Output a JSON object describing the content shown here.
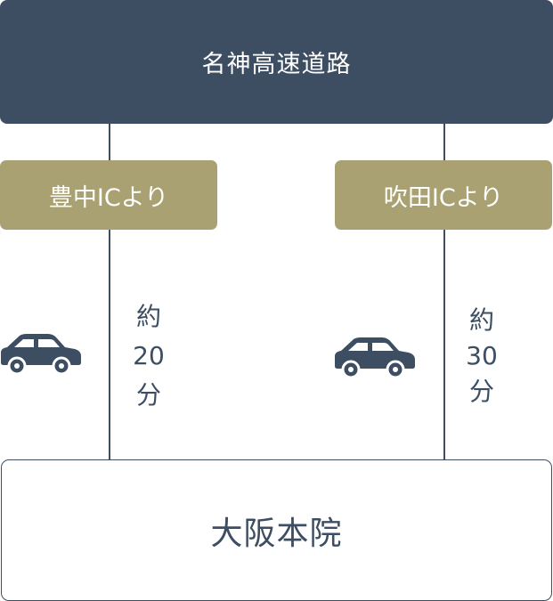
{
  "top": {
    "label": "名神高速道路"
  },
  "routes": [
    {
      "ic_label": "豊中ICより",
      "time_prefix": "約",
      "time_value": "20",
      "time_unit": "分",
      "icon": "car-icon"
    },
    {
      "ic_label": "吹田ICより",
      "time_prefix": "約",
      "time_value": "30",
      "time_unit": "分",
      "icon": "car-icon"
    }
  ],
  "destination": {
    "label": "大阪本院"
  },
  "colors": {
    "navy": "#3d4e63",
    "gold": "#a9a172",
    "white": "#ffffff"
  }
}
